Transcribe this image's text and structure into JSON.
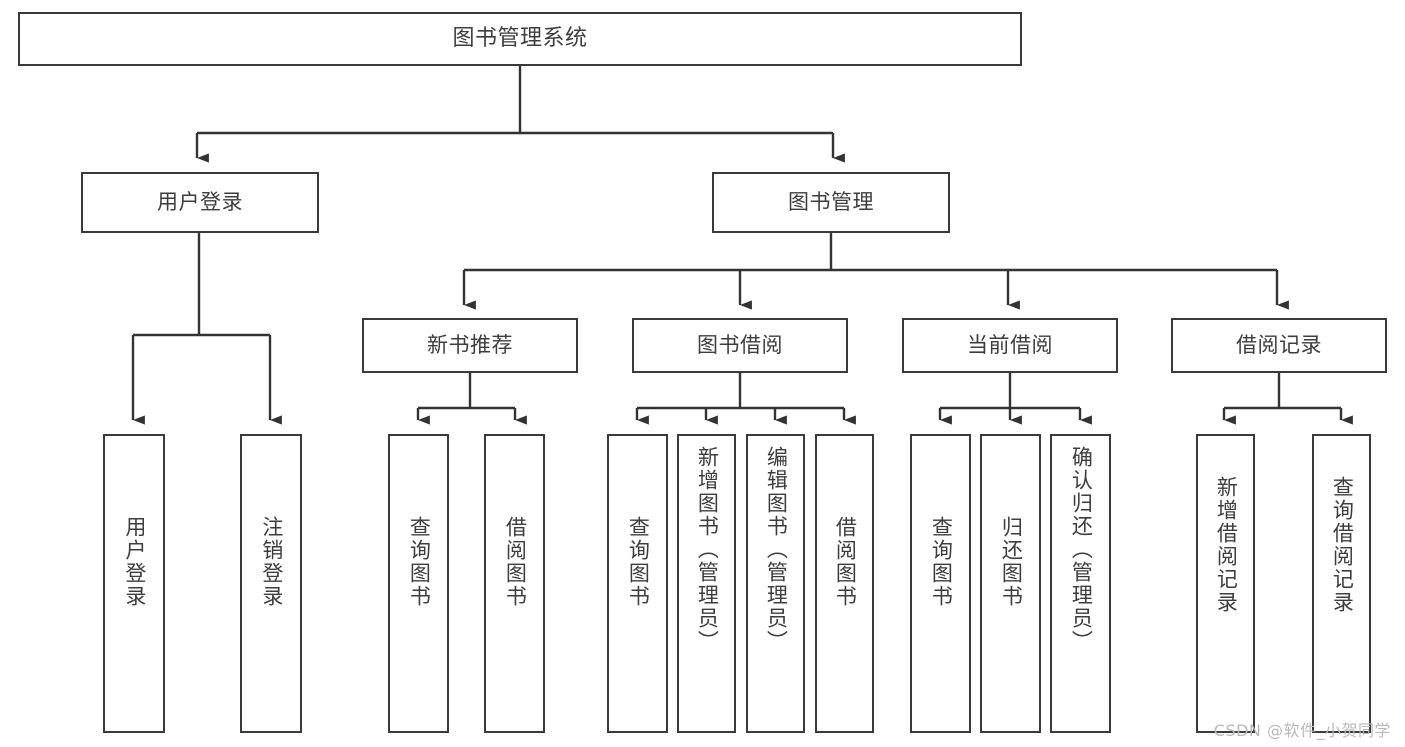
{
  "diagram": {
    "title": "图书管理系统",
    "type": "hierarchy-tree",
    "watermark": "CSDN @软件_小贺同学",
    "colors": {
      "border": "#3a3a3a",
      "background": "#ffffff",
      "text": "#3d3d3d",
      "edge": "#333333",
      "watermark": "#b9b9b9"
    },
    "nodes": {
      "root": {
        "label": "图书管理系统"
      },
      "level1": [
        {
          "label": "用户登录"
        },
        {
          "label": "图书管理"
        }
      ],
      "level2": [
        {
          "label": "新书推荐"
        },
        {
          "label": "图书借阅"
        },
        {
          "label": "当前借阅"
        },
        {
          "label": "借阅记录"
        }
      ],
      "leaves": [
        {
          "label": "用户登录",
          "parent": "用户登录"
        },
        {
          "label": "注销登录",
          "parent": "用户登录"
        },
        {
          "label": "查询图书",
          "parent": "新书推荐"
        },
        {
          "label": "借阅图书",
          "parent": "新书推荐"
        },
        {
          "label": "查询图书",
          "parent": "图书借阅"
        },
        {
          "label": "新增图书（管理员）",
          "parent": "图书借阅"
        },
        {
          "label": "编辑图书（管理员）",
          "parent": "图书借阅"
        },
        {
          "label": "借阅图书",
          "parent": "图书借阅"
        },
        {
          "label": "查询图书",
          "parent": "当前借阅"
        },
        {
          "label": "归还图书",
          "parent": "当前借阅"
        },
        {
          "label": "确认归还（管理员）",
          "parent": "当前借阅"
        },
        {
          "label": "新增借阅记录",
          "parent": "借阅记录"
        },
        {
          "label": "查询借阅记录",
          "parent": "借阅记录"
        }
      ]
    }
  }
}
